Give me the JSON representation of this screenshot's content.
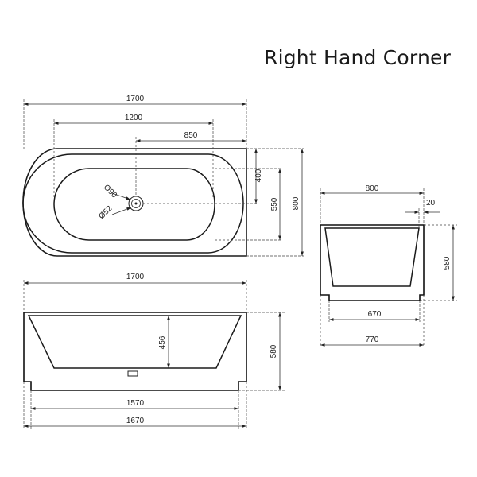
{
  "title": "Right Hand Corner",
  "top_view": {
    "dims": {
      "overall_length": "1700",
      "inner_length": "1200",
      "waste_offset": "850",
      "waste_offset_depth": "400",
      "inner_width": "550",
      "overall_width": "800",
      "dia_90": "Ø90",
      "dia_52": "Ø52"
    }
  },
  "side_view": {
    "dims": {
      "overall_length": "1700",
      "inner_depth": "456",
      "height": "580",
      "base_length": "1570",
      "foot_length": "1670"
    }
  },
  "end_view": {
    "dims": {
      "overall_width": "800",
      "rim": "20",
      "height": "580",
      "base_width": "670",
      "foot_width": "770"
    }
  }
}
